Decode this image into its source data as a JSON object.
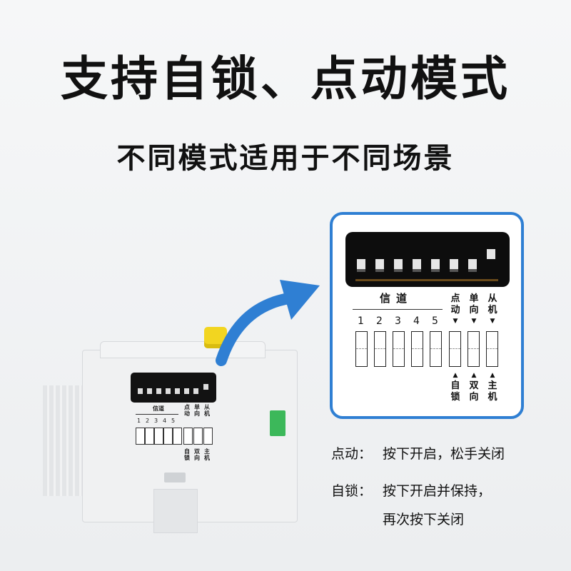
{
  "headline": "支持自锁、点动模式",
  "subhead": "不同模式适用于不同场景",
  "switch_panel": {
    "channel_label": "信道",
    "channel_numbers": [
      "1",
      "2",
      "3",
      "4",
      "5"
    ],
    "top_labels": [
      {
        "char1": "点",
        "char2": "动"
      },
      {
        "char1": "单",
        "char2": "向"
      },
      {
        "char1": "从",
        "char2": "机"
      }
    ],
    "bottom_labels": [
      {
        "char1": "自",
        "char2": "锁"
      },
      {
        "char1": "双",
        "char2": "向"
      },
      {
        "char1": "主",
        "char2": "机"
      }
    ],
    "down_marker": "▼",
    "up_marker": "▲"
  },
  "notes": {
    "momentary_label": "点动：",
    "momentary_text": "按下开启，松手关闭",
    "latching_label": "自锁：",
    "latching_text_line1": "按下开启并保持，",
    "latching_text_line2": "再次按下关闭"
  },
  "colors": {
    "callout_border": "#2f7fd3",
    "arrow": "#2f7fd3",
    "terminal_green": "#3cb85a",
    "button_yellow": "#f2d520"
  }
}
